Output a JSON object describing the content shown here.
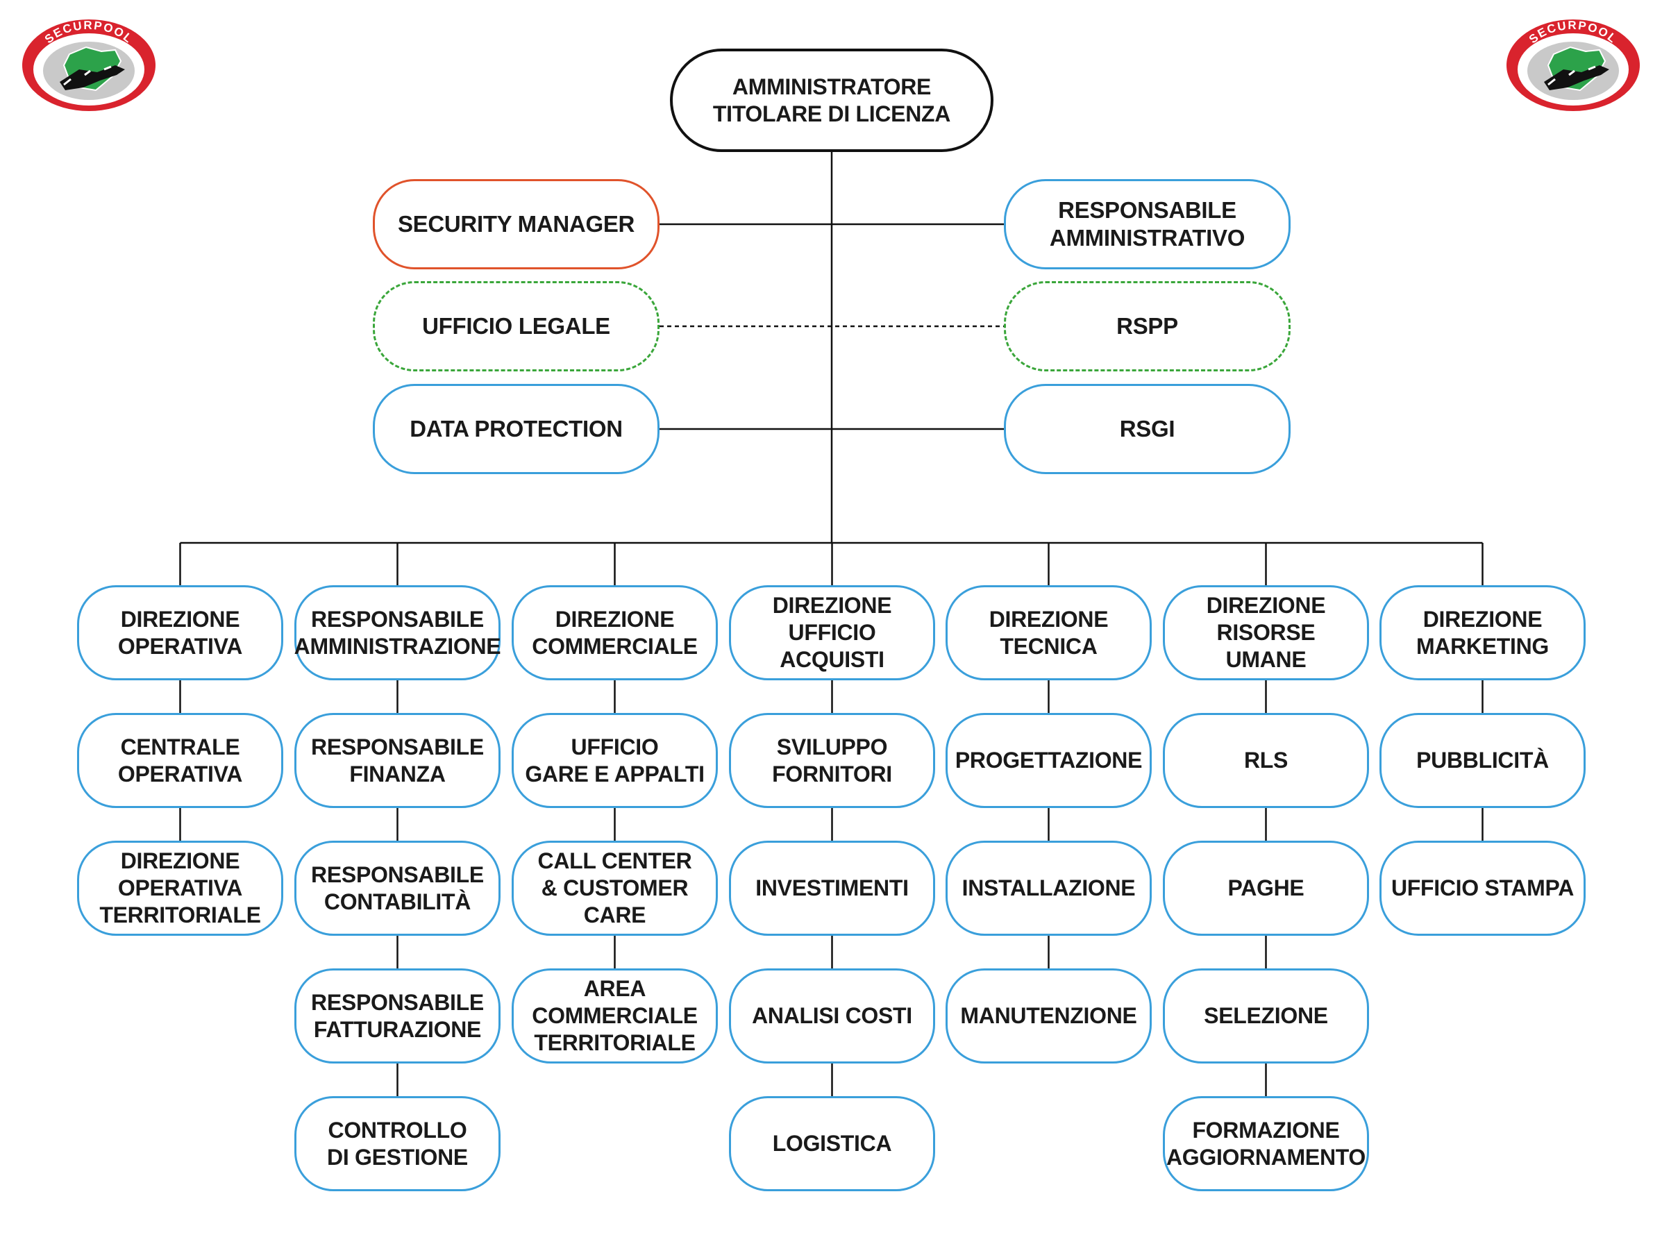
{
  "logo": {
    "text": "SECURPOOL",
    "colors": {
      "ring": "#d9232d",
      "land": "#2ca24a",
      "inner": "#c9c9c9"
    }
  },
  "colors": {
    "box_border": "#3a9fdb",
    "root_border": "#111111",
    "security_border": "#e0532b",
    "dashed_border": "#3aa63a",
    "line": "#111111"
  },
  "root": {
    "label": "AMMINISTRATORE\nTITOLARE DI LICENZA"
  },
  "staff": {
    "security_manager": "SECURITY MANAGER",
    "responsabile_amministrativo": "RESPONSABILE\nAMMINISTRATIVO",
    "ufficio_legale": "UFFICIO LEGALE",
    "rspp": "RSPP",
    "data_protection": "DATA PROTECTION",
    "rsgi": "RSGI"
  },
  "columns": [
    {
      "head": "DIREZIONE\nOPERATIVA",
      "children": [
        "CENTRALE\nOPERATIVA",
        "DIREZIONE\nOPERATIVA\nTERRITORIALE"
      ]
    },
    {
      "head": "RESPONSABILE\nAMMINISTRAZIONE",
      "children": [
        "RESPONSABILE\nFINANZA",
        "RESPONSABILE\nCONTABILITÀ",
        "RESPONSABILE\nFATTURAZIONE",
        "CONTROLLO\nDI GESTIONE"
      ]
    },
    {
      "head": "DIREZIONE\nCOMMERCIALE",
      "children": [
        "UFFICIO\nGARE E APPALTI",
        "CALL CENTER\n& CUSTOMER\nCARE",
        "AREA\nCOMMERCIALE\nTERRITORIALE"
      ]
    },
    {
      "head": "DIREZIONE\nUFFICIO\nACQUISTI",
      "children": [
        "SVILUPPO\nFORNITORI",
        "INVESTIMENTI",
        "ANALISI COSTI",
        "LOGISTICA"
      ]
    },
    {
      "head": "DIREZIONE\nTECNICA",
      "children": [
        "PROGETTAZIONE",
        "INSTALLAZIONE",
        "MANUTENZIONE"
      ]
    },
    {
      "head": "DIREZIONE\nRISORSE\nUMANE",
      "children": [
        "RLS",
        "PAGHE",
        "SELEZIONE",
        "FORMAZIONE\nAGGIORNAMENTO"
      ]
    },
    {
      "head": "DIREZIONE\nMARKETING",
      "children": [
        "PUBBLICITÀ",
        "UFFICIO STAMPA"
      ]
    }
  ]
}
